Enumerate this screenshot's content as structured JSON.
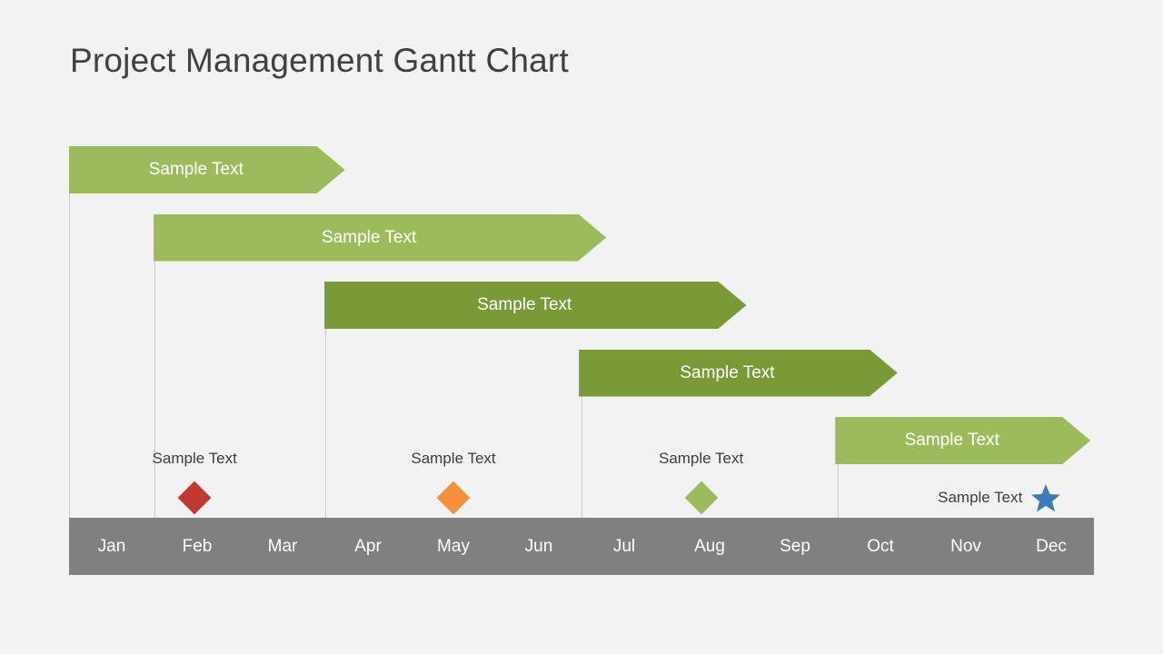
{
  "title": "Project Management Gantt Chart",
  "colors": {
    "background": "#f2f2f2",
    "title_text": "#404040",
    "green_light": "#9cbc5c",
    "green_dark": "#7a9a38",
    "axis_bar": "#808080",
    "axis_text": "#ffffff",
    "gridline": "#cccccc",
    "milestone_red": "#c0392f",
    "milestone_orange": "#f5903b",
    "milestone_green": "#9cbc5c",
    "milestone_blue": "#3b7cb8",
    "label_text": "#3d3d3d",
    "bar_text": "#ffffff"
  },
  "chart_data": {
    "type": "bar",
    "subtype": "gantt",
    "title": "Project Management Gantt Chart",
    "xlabel": "",
    "ylabel": "",
    "categories": [
      "Jan",
      "Feb",
      "Mar",
      "Apr",
      "May",
      "Jun",
      "Jul",
      "Aug",
      "Sep",
      "Oct",
      "Nov",
      "Dec"
    ],
    "axis_months": [
      "Jan",
      "Feb",
      "Mar",
      "Apr",
      "May",
      "Jun",
      "Jul",
      "Aug",
      "Sep",
      "Oct",
      "Nov",
      "Dec"
    ],
    "grid": true,
    "legend": "none",
    "tasks": [
      {
        "label": "Sample Text",
        "start_month": "Jan",
        "end_month": "Mar",
        "start_index": 0,
        "end_index": 3.23,
        "color": "#9cbc5c",
        "shade": "light"
      },
      {
        "label": "Sample Text",
        "start_month": "Feb",
        "end_month": "Jun",
        "start_index": 0.99,
        "end_index": 6.29,
        "color": "#9cbc5c",
        "shade": "light"
      },
      {
        "label": "Sample Text",
        "start_month": "Apr",
        "end_month": "Aug",
        "start_index": 2.99,
        "end_index": 7.93,
        "color": "#7a9a38",
        "shade": "dark"
      },
      {
        "label": "Sample Text",
        "start_month": "Jul",
        "end_month": "Oct",
        "start_index": 5.97,
        "end_index": 9.7,
        "color": "#7a9a38",
        "shade": "dark"
      },
      {
        "label": "Sample Text",
        "start_month": "Oct",
        "end_month": "Dec",
        "start_index": 8.97,
        "end_index": 11.96,
        "color": "#9cbc5c",
        "shade": "light"
      }
    ],
    "milestones": [
      {
        "label": "Sample Text",
        "month": "Feb",
        "month_index": 1.47,
        "marker": "diamond",
        "color": "#c0392f",
        "label_position": "above"
      },
      {
        "label": "Sample Text",
        "month": "May",
        "month_index": 4.5,
        "marker": "diamond",
        "color": "#f5903b",
        "label_position": "above"
      },
      {
        "label": "Sample Text",
        "month": "Aug",
        "month_index": 7.4,
        "marker": "diamond",
        "color": "#9cbc5c",
        "label_position": "above"
      },
      {
        "label": "Sample Text",
        "month": "Dec",
        "month_index": 11.44,
        "marker": "star",
        "color": "#3b7cb8",
        "label_position": "left"
      }
    ],
    "gridlines_at_months": [
      "Jan",
      "Feb",
      "Apr",
      "Jul",
      "Oct"
    ]
  }
}
